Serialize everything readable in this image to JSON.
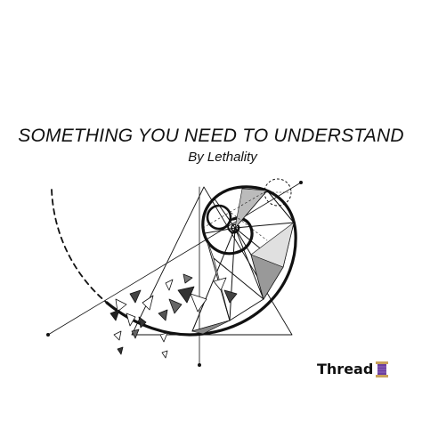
{
  "poster": {
    "title": "SOMETHING YOU NEED TO UNDERSTAND",
    "byline": "By Lethality"
  },
  "footer": {
    "thread_label": "Thread",
    "thread_icon": "spool-of-thread-icon"
  },
  "colors": {
    "ink": "#111111",
    "background": "#ffffff",
    "spool_purple": "#6b3fa0"
  }
}
